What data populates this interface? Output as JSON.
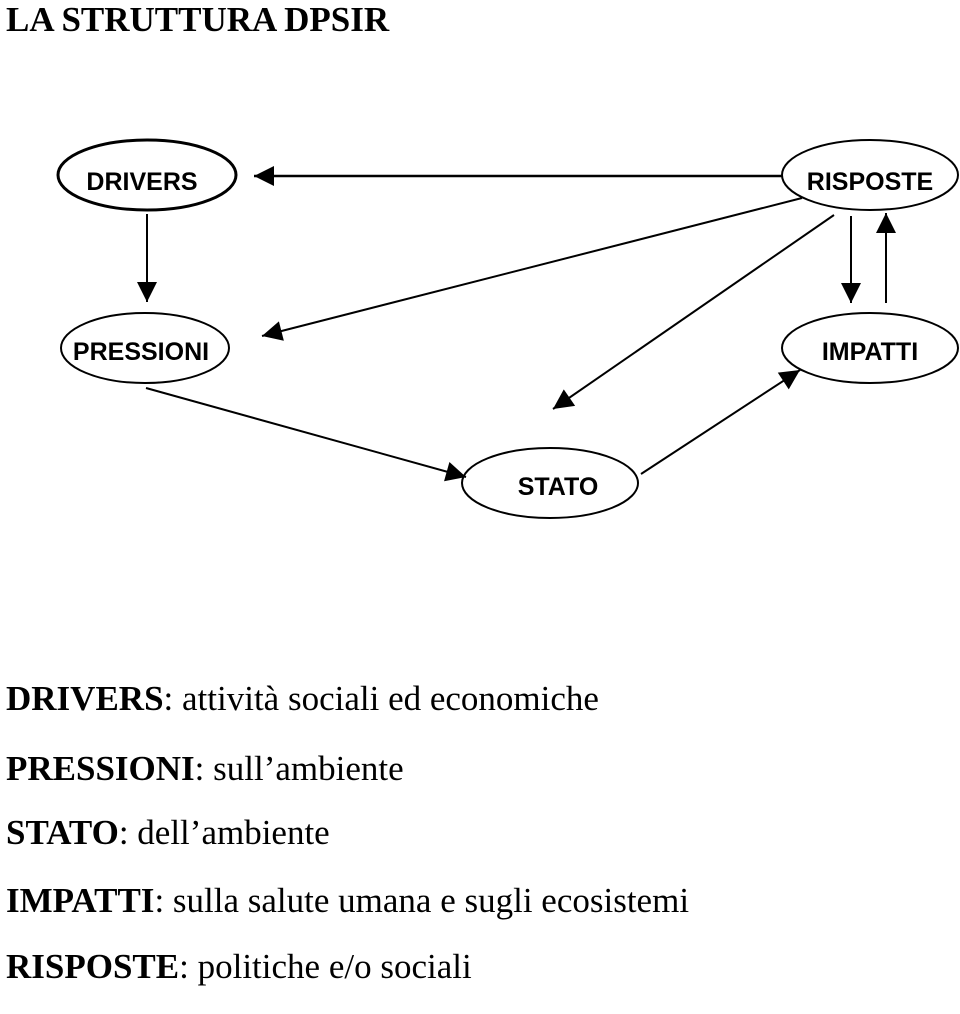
{
  "title": "LA STRUTTURA DPSIR",
  "nodes": {
    "drivers": "DRIVERS",
    "risposte": "RISPOSTE",
    "pressioni": "PRESSIONI",
    "impatti": "IMPATTI",
    "stato": "STATO"
  },
  "legend": [
    {
      "term": "DRIVERS",
      "desc": ": attività sociali ed economiche"
    },
    {
      "term": "PRESSIONI",
      "desc": ": sull’ambiente"
    },
    {
      "term": "STATO",
      "desc": ": dell’ambiente"
    },
    {
      "term": "IMPATTI",
      "desc": ": sulla salute umana e sugli ecosistemi"
    },
    {
      "term": "RISPOSTE",
      "desc": ": politiche e/o sociali"
    }
  ]
}
